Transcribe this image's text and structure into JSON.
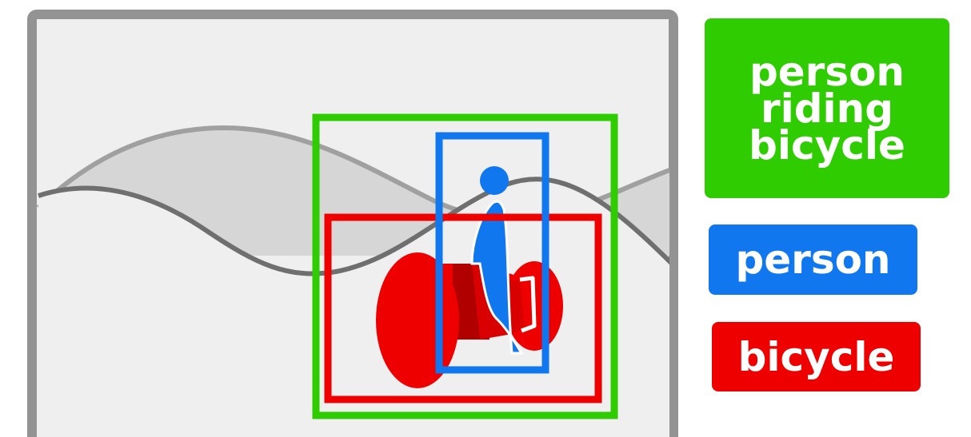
{
  "labels": {
    "green": "person riding bicycle",
    "blue": "person",
    "red": "bicycle"
  },
  "colors": {
    "green": "#2ecc00",
    "blue": "#1177ee",
    "red": "#ee0000",
    "frame": "#939393",
    "background": "#efefef",
    "hill_light": "#d6d6d6",
    "hill_dark_line": "#6f6f6f",
    "hill_light_line": "#a0a0a0"
  },
  "icons": {
    "scene": "cyclist-illustration-icon"
  }
}
